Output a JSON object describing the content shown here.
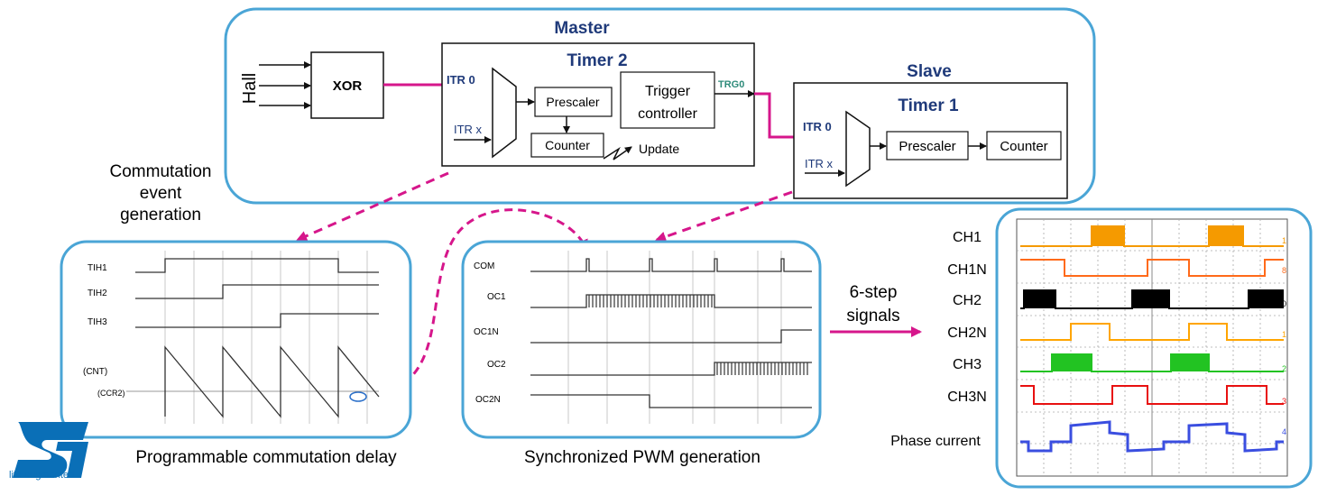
{
  "colors": {
    "frame": "#4aa5d6",
    "arrow": "#d6168b",
    "master_text": "#1f3a7a",
    "trgo": "#2e8b7a",
    "ch1": "#f59a00",
    "ch1n": "#ff6a1a",
    "ch2": "#000000",
    "ch2n": "#ffa500",
    "ch3": "#22c322",
    "ch3n": "#e81010",
    "phase": "#3a4ee0",
    "scope_grid": "#7a7a7a",
    "st_logo": "#0a6fb7"
  },
  "master": {
    "title": "Master",
    "hall": "Hall",
    "xor": "XOR",
    "timer": "Timer 2",
    "itr0": "ITR 0",
    "itrx": "ITR x",
    "prescaler": "Prescaler",
    "counter": "Counter",
    "update": "Update",
    "trigger": [
      "Trigger",
      "controller"
    ],
    "trgo": "TRG0"
  },
  "slave": {
    "title": "Slave",
    "timer": "Timer 1",
    "itr0": "ITR 0",
    "itrx": "ITR x",
    "prescaler": "Prescaler",
    "counter": "Counter"
  },
  "labels": {
    "commutation": [
      "Commutation",
      "event",
      "generation"
    ],
    "delay_caption": "Programmable commutation delay",
    "pwm_caption": "Synchronized PWM generation",
    "six_step": [
      "6-step",
      "signals"
    ],
    "logo_text": "life.augmented"
  },
  "delay_panel": {
    "signals": [
      "TIH1",
      "TIH2",
      "TIH3",
      "(CNT)",
      "(CCR2)"
    ]
  },
  "pwm_panel": {
    "signals": [
      "COM",
      "OC1",
      "OC1N",
      "OC2",
      "OC2N"
    ]
  },
  "scope": {
    "channels": [
      "CH1",
      "CH1N",
      "CH2",
      "CH2N",
      "CH3",
      "CH3N",
      "Phase current"
    ]
  }
}
